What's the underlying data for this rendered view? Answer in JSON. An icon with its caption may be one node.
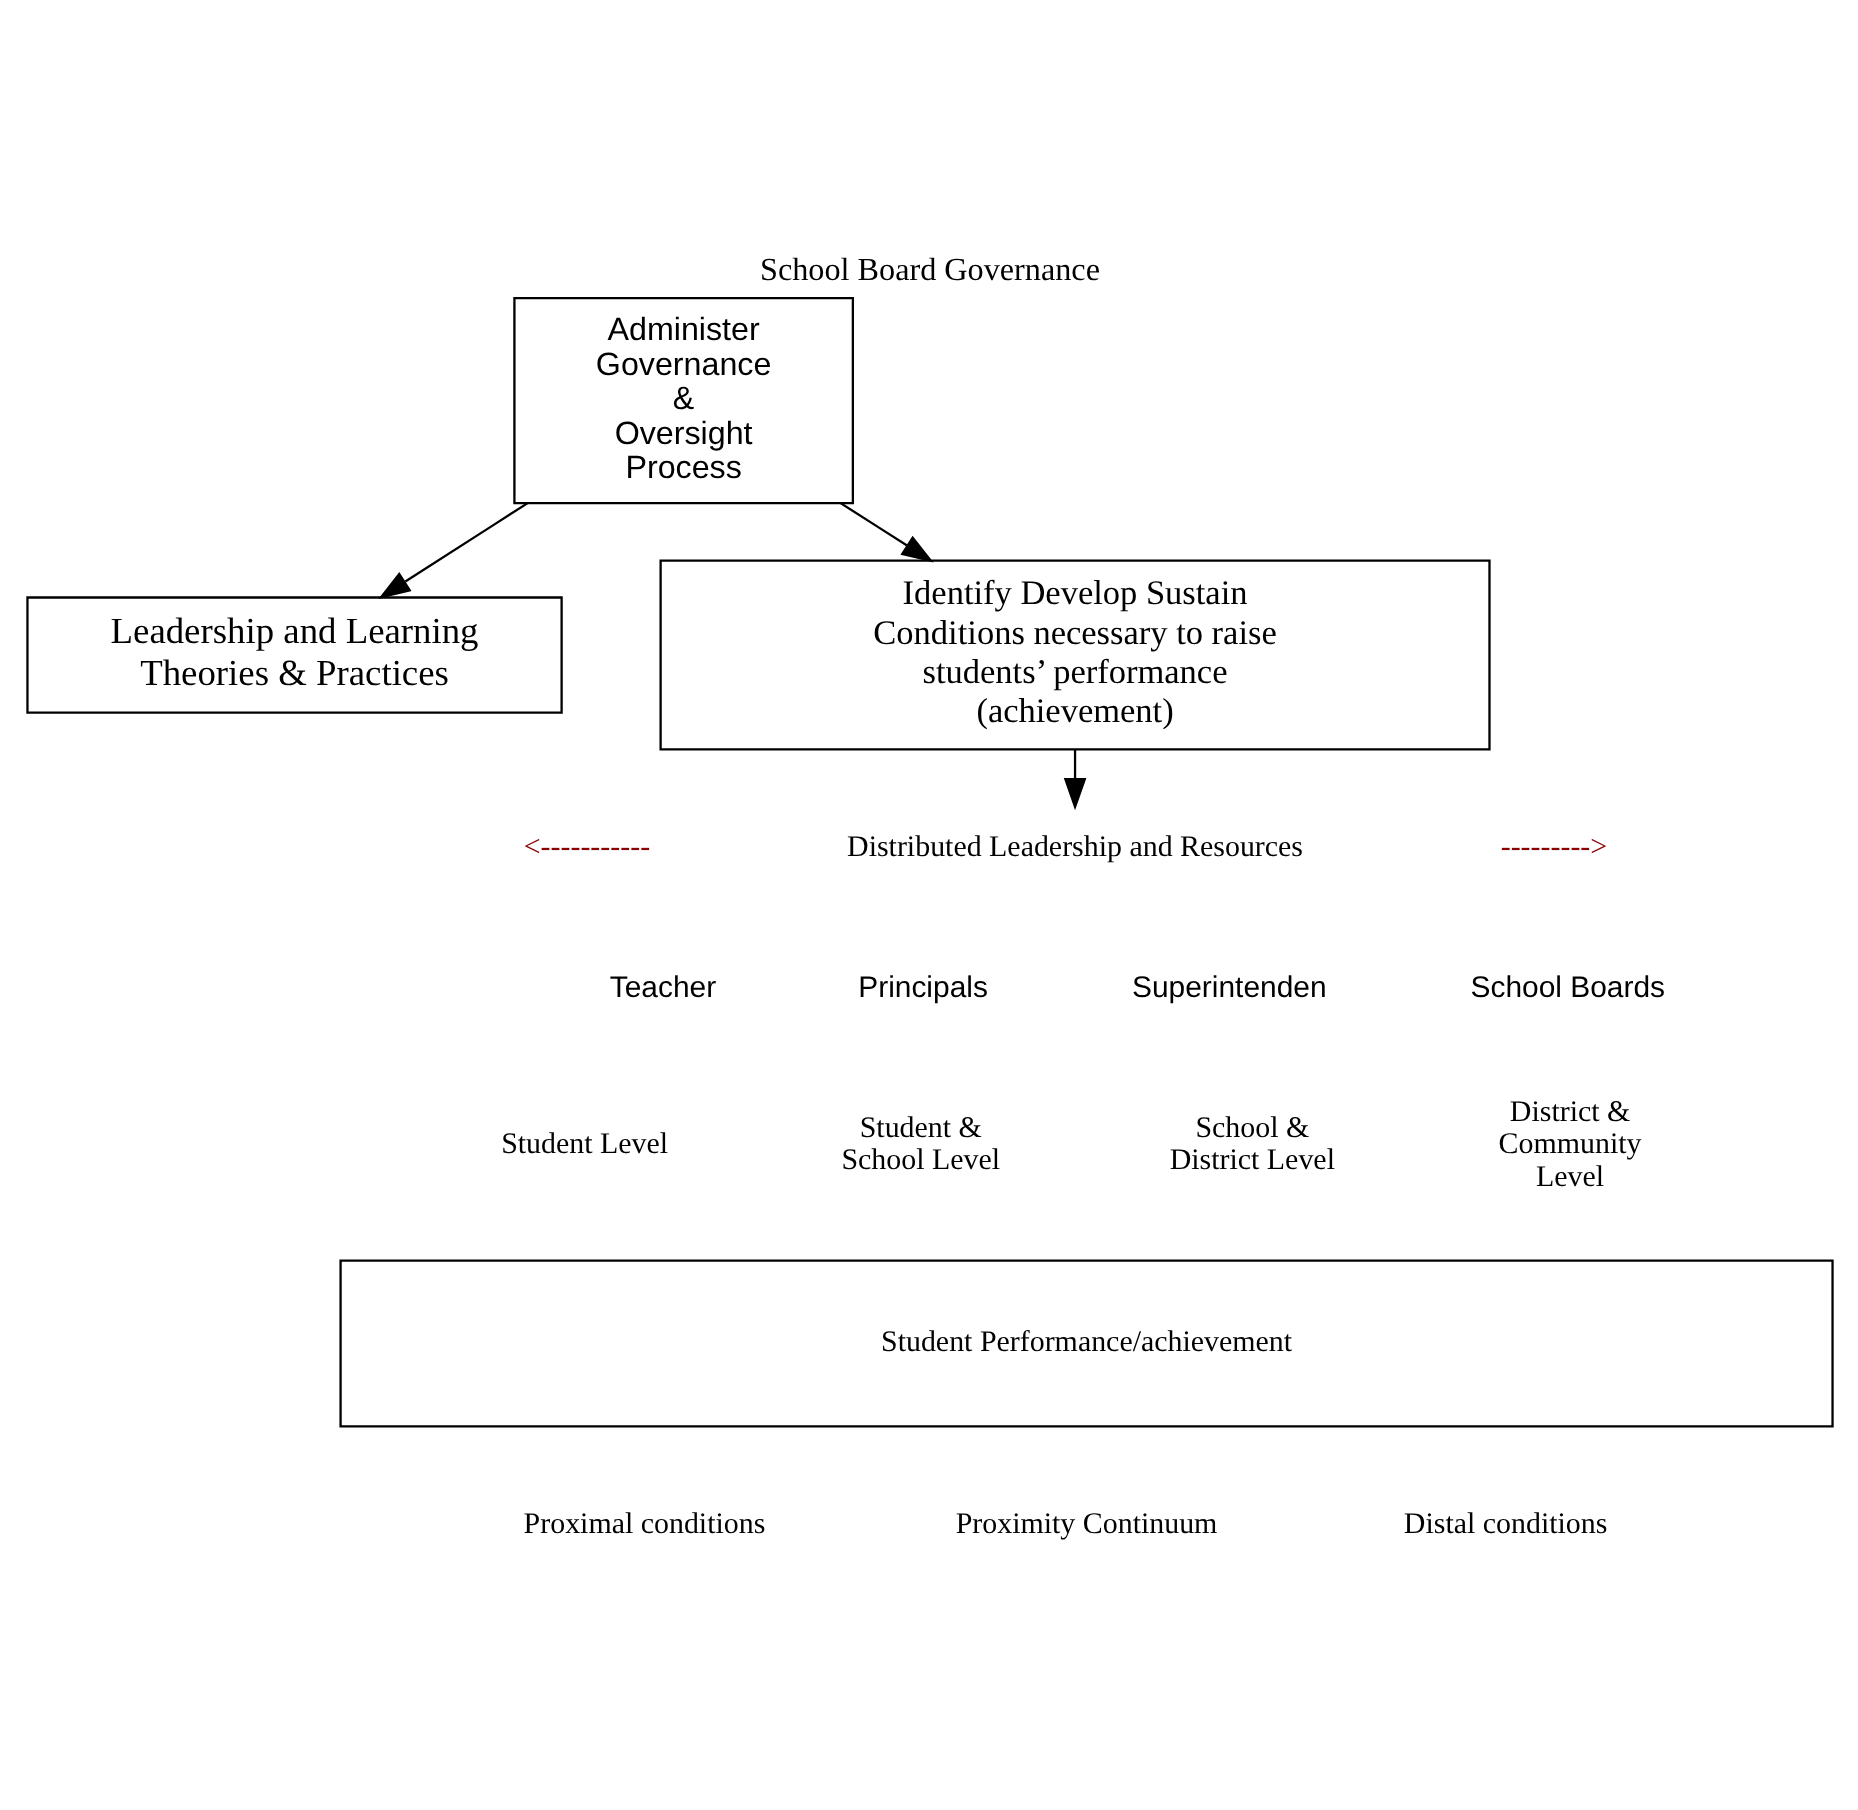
{
  "diagram": {
    "title": "School Board Governance",
    "nodes": [
      {
        "text": [
          "Leadership and Learning Theories & Practices"
        ]
      },
      {
        "text": [
          "Administer Governance & Oversight Process"
        ]
      },
      {
        "text": [
          "Identify Develop Sustain Conditions necessary to raise students’ performance (achievement)"
        ]
      },
      {
        "text": [
          "Distributed Leadership and Resources"
        ]
      },
      {
        "text": [
          "Student Performance/achievement"
        ]
      }
    ],
    "edges": [
      {
        "from": 1,
        "to": 0,
        "arrow": "to"
      },
      {
        "from": 1,
        "to": 2,
        "arrow": "to"
      },
      {
        "from": 2,
        "to": 3,
        "arrow": "to"
      }
    ],
    "labels": [
      "<-----------",
      "--------->",
      "Teacher",
      "Principals",
      "Superintenden",
      "School Boards",
      "Student Level",
      "Student & School Level",
      "School & District Level",
      "District & Community Level",
      "Proximal conditions",
      "Proximity Continuum",
      "Distal conditions"
    ]
  }
}
